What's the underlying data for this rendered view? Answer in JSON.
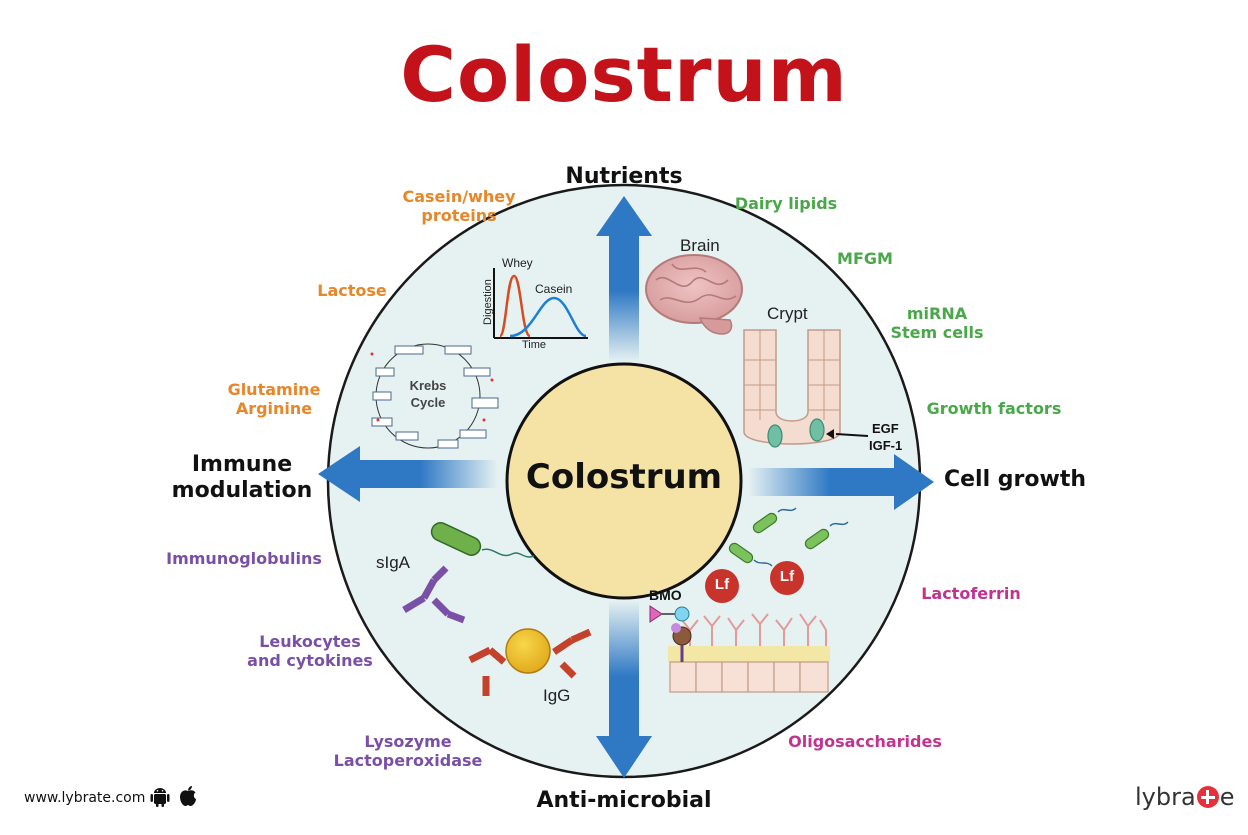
{
  "title": "Colostrum",
  "center_label": "Colostrum",
  "axes": {
    "top": "Nutrients",
    "right": "Cell growth",
    "bottom": "Anti-microbial",
    "left_line1": "Immune",
    "left_line2": "modulation"
  },
  "nutrients_labels": {
    "casein_whey_1": "Casein/whey",
    "casein_whey_2": "proteins",
    "lactose": "Lactose",
    "glutamine": "Glutamine",
    "arginine": "Arginine"
  },
  "cell_growth_labels": {
    "dairy_lipids": "Dairy lipids",
    "mfgm": "MFGM",
    "mirna": "miRNA",
    "stem_cells": "Stem cells",
    "growth_factors": "Growth factors"
  },
  "immune_labels": {
    "immunoglobulins": "Immunoglobulins",
    "leukocytes_1": "Leukocytes",
    "leukocytes_2": "and cytokines",
    "lysozyme": "Lysozyme",
    "lactoperoxidase": "Lactoperoxidase"
  },
  "antimicrobial_labels": {
    "lactoferrin": "Lactoferrin",
    "oligosaccharides": "Oligosaccharides"
  },
  "inner_labels": {
    "whey": "Whey",
    "casein": "Casein",
    "digestion": "Digestion",
    "time": "Time",
    "brain": "Brain",
    "crypt": "Crypt",
    "egf": "EGF",
    "igf": "IGF-1",
    "krebs_1": "Krebs",
    "krebs_2": "Cycle",
    "siga": "sIgA",
    "igg": "IgG",
    "bmo": "BMO",
    "lf": "Lf"
  },
  "footer": {
    "url": "www.lybrate.com",
    "brand_prefix": "lybra",
    "brand_suffix": "e"
  },
  "colors": {
    "title": "#c4121b",
    "nutrients": "#e8862a",
    "cell_growth": "#4aa84a",
    "immune": "#7a4fa6",
    "antimicrobial": "#c2338f",
    "arrow": "#2e78c4",
    "circle_fill": "#e6f2f2",
    "center_fill": "#f5e3a6"
  }
}
